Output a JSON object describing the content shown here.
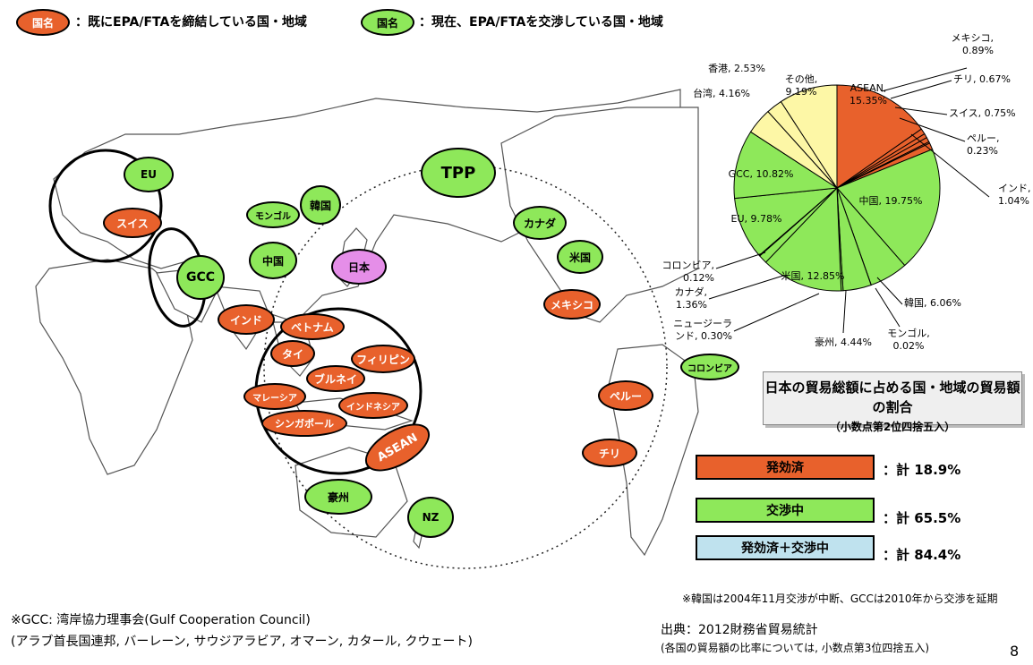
{
  "legend": {
    "sample_label": "国名",
    "concluded_text": "：既にEPA/FTAを締結している国・地域",
    "negotiating_text": "：現在、EPA/FTAを交渉している国・地域"
  },
  "colors": {
    "concluded": "#e8612c",
    "negotiating": "#8ee85a",
    "japan": "#e58ee8",
    "other": "#fdf7a6",
    "combined": "#bfe2ee"
  },
  "map": {
    "labels": {
      "eu": "EU",
      "swiss": "スイス",
      "gcc": "GCC",
      "mongolia": "モンゴル",
      "korea": "韓国",
      "china": "中国",
      "japan": "日本",
      "india": "インド",
      "vietnam": "ベトナム",
      "thai": "タイ",
      "philippines": "フィリピン",
      "brunei": "ブルネイ",
      "malaysia": "マレーシア",
      "indonesia": "インドネシア",
      "singapore": "シンガポール",
      "asean": "ASEAN",
      "australia": "豪州",
      "nz": "NZ",
      "tpp": "TPP",
      "canada": "カナダ",
      "usa": "米国",
      "mexico": "メキシコ",
      "colombia": "コロンビア",
      "peru": "ペルー",
      "chile": "チリ"
    }
  },
  "chart_data": {
    "type": "pie",
    "title": "日本の貿易総額に占める国・地域の貿易額の割合",
    "subtitle": "（小数点第2位四捨五入）",
    "slices": [
      {
        "label": "ASEAN",
        "value": 15.35,
        "status": "concluded"
      },
      {
        "label": "メキシコ",
        "value": 0.89,
        "status": "concluded"
      },
      {
        "label": "チリ",
        "value": 0.67,
        "status": "concluded"
      },
      {
        "label": "スイス",
        "value": 0.75,
        "status": "concluded"
      },
      {
        "label": "ペルー",
        "value": 0.23,
        "status": "concluded"
      },
      {
        "label": "インド",
        "value": 1.04,
        "status": "concluded"
      },
      {
        "label": "中国",
        "value": 19.75,
        "status": "negotiating"
      },
      {
        "label": "韓国",
        "value": 6.06,
        "status": "negotiating"
      },
      {
        "label": "モンゴル",
        "value": 0.02,
        "status": "negotiating"
      },
      {
        "label": "豪州",
        "value": 4.44,
        "status": "negotiating"
      },
      {
        "label": "ニュージーランド",
        "value": 0.3,
        "status": "negotiating"
      },
      {
        "label": "米国",
        "value": 12.85,
        "status": "negotiating"
      },
      {
        "label": "カナダ",
        "value": 1.36,
        "status": "negotiating"
      },
      {
        "label": "コロンビア",
        "value": 0.12,
        "status": "negotiating"
      },
      {
        "label": "EU",
        "value": 9.78,
        "status": "negotiating"
      },
      {
        "label": "GCC",
        "value": 10.82,
        "status": "negotiating"
      },
      {
        "label": "台湾",
        "value": 4.16,
        "status": "other"
      },
      {
        "label": "香港",
        "value": 2.53,
        "status": "other"
      },
      {
        "label": "その他",
        "value": 9.19,
        "status": "other"
      }
    ],
    "slice_labels": {
      "asean": "ASEAN,\n15.35%",
      "mexico": "メキシコ,\n0.89%",
      "chile": "チリ, 0.67%",
      "swiss": "スイス, 0.75%",
      "peru": "ペルー,\n0.23%",
      "india": "インド,\n1.04%",
      "china": "中国, 19.75%",
      "korea": "韓国, 6.06%",
      "mongolia": "モンゴル,\n0.02%",
      "australia": "豪州, 4.44%",
      "nz": "ニュージーラ\nンド, 0.30%",
      "usa": "米国, 12.85%",
      "canada": "カナダ,\n1.36%",
      "colombia": "コロンビア,\n0.12%",
      "eu": "EU, 9.78%",
      "gcc": "GCC, 10.82%",
      "taiwan": "台湾, 4.16%",
      "hongkong": "香港, 2.53%",
      "others": "その他,\n9.19%"
    }
  },
  "summary": {
    "rows": [
      {
        "label": "発効済",
        "value": "：計 18.9%"
      },
      {
        "label": "交渉中",
        "value": "：計 65.5%"
      },
      {
        "label": "発効済＋交渉中",
        "value": "：計 84.4%"
      }
    ]
  },
  "notes": {
    "korea_gcc": "※韓国は2004年11月交渉が中断、GCCは2010年から交渉を延期",
    "gcc_def": "※GCC: 湾岸協力理事会(Gulf Cooperation Council)",
    "gcc_members": "(アラブ首長国連邦, バーレーン, サウジアラビア, オマーン, カタール, クウェート)",
    "source": "出典：2012財務省貿易統計",
    "source_note": "(各国の貿易額の比率については, 小数点第3位四捨五入)",
    "page_number": "8"
  }
}
